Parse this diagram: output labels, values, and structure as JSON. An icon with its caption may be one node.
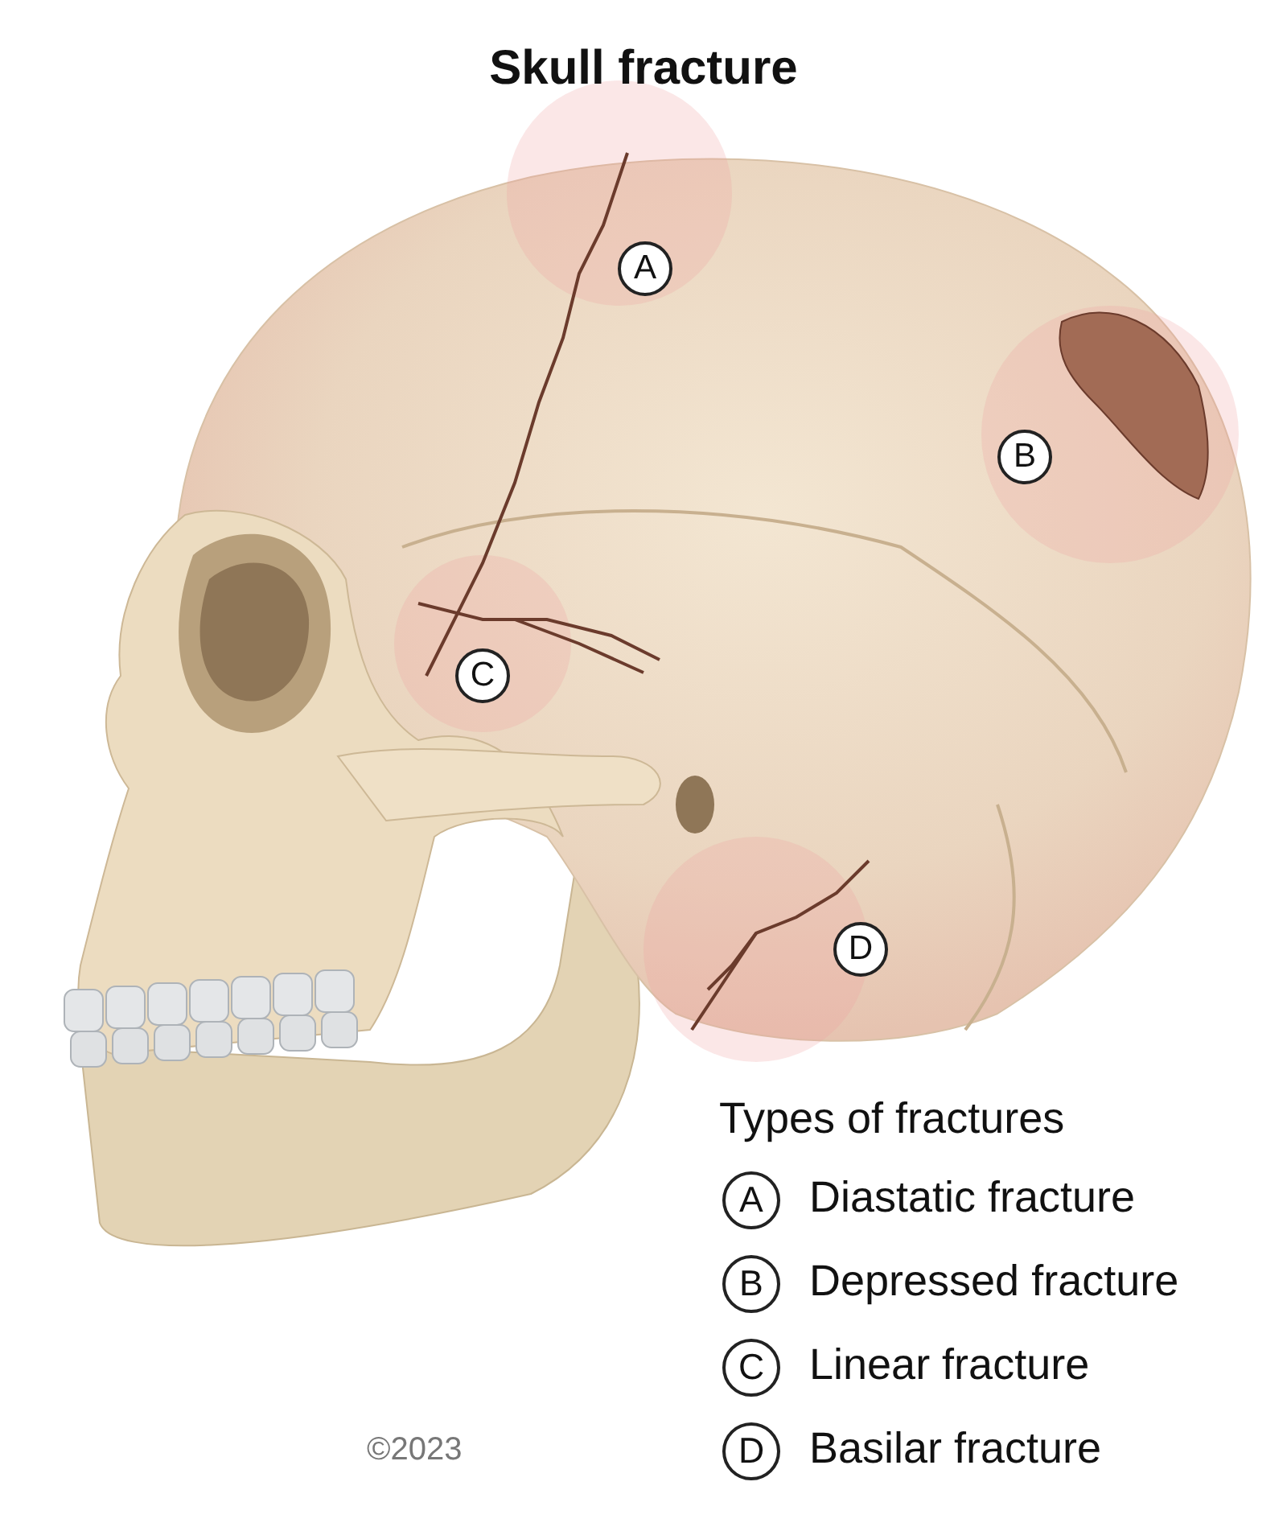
{
  "diagram": {
    "title": "Skull fracture",
    "labels": [
      "A",
      "B",
      "C",
      "D",
      "Types of fractures",
      "A",
      "Diastatic fracture",
      "B",
      "Depressed fracture",
      "C",
      "Linear fracture",
      "©2023",
      "D",
      "Basilar fracture"
    ]
  }
}
